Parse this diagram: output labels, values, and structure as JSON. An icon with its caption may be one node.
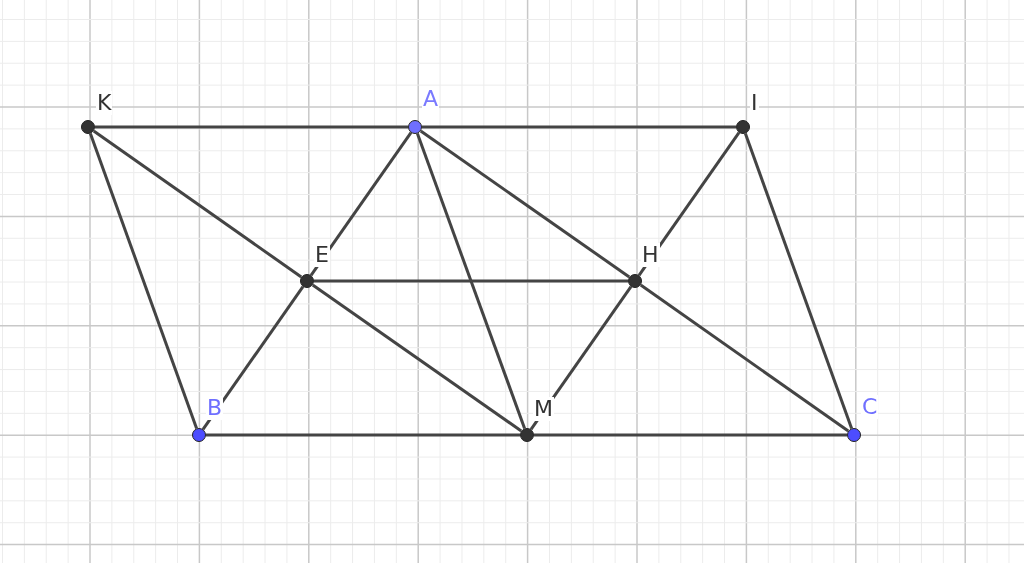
{
  "diagram": {
    "nodes": [
      {
        "text": [
          "K"
        ]
      },
      {
        "text": [
          "A"
        ]
      },
      {
        "text": [
          "I"
        ]
      },
      {
        "text": [
          "E"
        ]
      },
      {
        "text": [
          "H"
        ]
      },
      {
        "text": [
          "B"
        ]
      },
      {
        "text": [
          "M"
        ]
      },
      {
        "text": [
          "C"
        ]
      }
    ],
    "edges": [
      {
        "from": 0,
        "to": 1,
        "arrow": "none"
      },
      {
        "from": 1,
        "to": 2,
        "arrow": "none"
      },
      {
        "from": 0,
        "to": 5,
        "arrow": "none"
      },
      {
        "from": 0,
        "to": 3,
        "arrow": "none"
      },
      {
        "from": 3,
        "to": 6,
        "arrow": "none"
      },
      {
        "from": 1,
        "to": 3,
        "arrow": "none"
      },
      {
        "from": 3,
        "to": 5,
        "arrow": "none"
      },
      {
        "from": 1,
        "to": 6,
        "arrow": "none"
      },
      {
        "from": 1,
        "to": 4,
        "arrow": "none"
      },
      {
        "from": 4,
        "to": 7,
        "arrow": "none"
      },
      {
        "from": 2,
        "to": 4,
        "arrow": "none"
      },
      {
        "from": 4,
        "to": 6,
        "arrow": "none"
      },
      {
        "from": 2,
        "to": 7,
        "arrow": "none"
      },
      {
        "from": 3,
        "to": 4,
        "arrow": "none"
      },
      {
        "from": 5,
        "to": 6,
        "arrow": "none"
      },
      {
        "from": 6,
        "to": 7,
        "arrow": "none"
      }
    ]
  }
}
